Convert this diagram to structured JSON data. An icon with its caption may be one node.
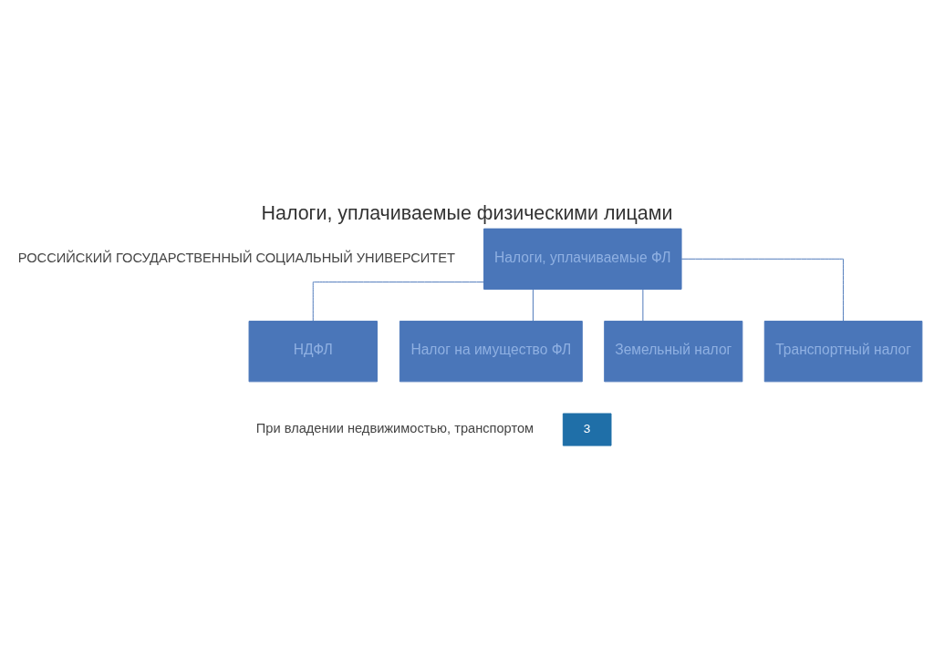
{
  "diagram": {
    "title": "Налоги, уплачиваемые физическими лицами",
    "nodes": [
      {
        "text": [
          "Налоги, уплачиваемые ФЛ"
        ]
      },
      {
        "text": [
          "НДФЛ"
        ]
      },
      {
        "text": [
          "Налог на имущество ФЛ"
        ]
      },
      {
        "text": [
          "Земельный налог"
        ]
      },
      {
        "text": [
          "Транспортный налог"
        ]
      }
    ],
    "edges": [
      {
        "from": 0,
        "to": 1,
        "arrow": "none"
      },
      {
        "from": 0,
        "to": 2,
        "arrow": "none"
      },
      {
        "from": 0,
        "to": 3,
        "arrow": "none"
      },
      {
        "from": 0,
        "to": 4,
        "arrow": "none"
      }
    ],
    "labels": [
      "РОССИЙСКИЙ ГОСУДАРСТВЕННЫЙ СОЦИАЛЬНЫЙ УНИВЕРСИТЕТ",
      "При владении недвижимостью, транспортом",
      "3"
    ]
  }
}
